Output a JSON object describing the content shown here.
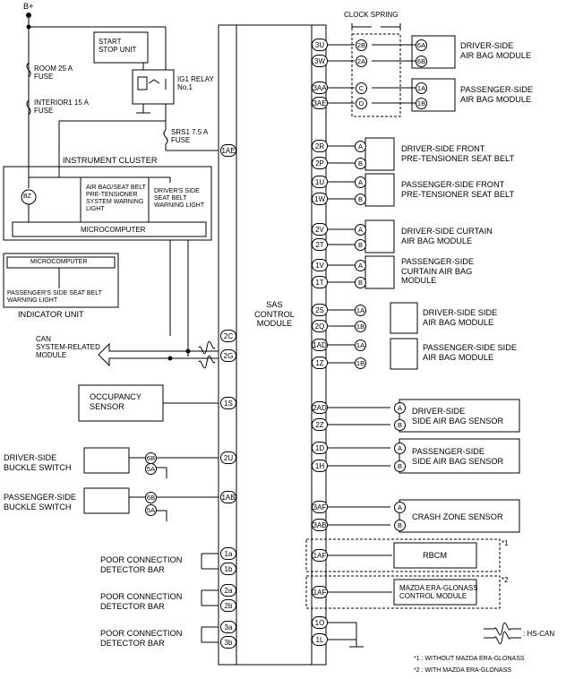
{
  "power": {
    "label": "B+"
  },
  "fuses": {
    "room": "ROOM 25 A\nFUSE",
    "interior": "INTERIOR1 15 A\nFUSE",
    "srs": "SRS1 7.5 A\nFUSE"
  },
  "start_stop_unit": "START\nSTOP UNIT",
  "ig1_relay": "IG1 RELAY\nNo.1",
  "instrument_cluster": {
    "title": "INSTRUMENT CLUSTER",
    "bz": "BZ",
    "airbag_light": "AIR BAG/SEAT BELT\nPRE-TENSIONER\nSYSTEM WARNING\nLIGHT",
    "driver_belt_light": "DRIVER'S SIDE\nSEAT BELT\nWARNING LIGHT",
    "microcomputer": "MICROCOMPUTER"
  },
  "indicator_unit": {
    "microcomputer": "MICROCOMPUTER",
    "light": "PASSENGER'S SIDE SEAT BELT\nWARNING LIGHT",
    "title": "INDICATOR UNIT"
  },
  "can_module": "CAN\nSYSTEM-RELATED\nMODULE",
  "occupancy_sensor": "OCCUPANCY\nSENSOR",
  "driver_buckle": "DRIVER-SIDE\nBUCKLE SWITCH",
  "passenger_buckle": "PASSENGER-SIDE\nBUCKLE SWITCH",
  "poor_connection": [
    "POOR CONNECTION\nDETECTOR BAR",
    "POOR CONNECTION\nDETECTOR BAR",
    "POOR CONNECTION\nDETECTOR BAR"
  ],
  "sas_module": "SAS\nCONTROL\nMODULE",
  "left_pins": [
    "1AE",
    "2C",
    "2G",
    "1S",
    "2U",
    "1AB",
    "1a",
    "1b",
    "2a",
    "2b",
    "3a",
    "3b"
  ],
  "right_pins": [
    "3U",
    "3W",
    "3AA",
    "3AE",
    "2R",
    "2P",
    "1U",
    "1W",
    "2V",
    "2T",
    "1V",
    "1T",
    "2S",
    "2Q",
    "1AD",
    "1Z",
    "2AD",
    "2Z",
    "1D",
    "1H",
    "3AF",
    "3AB",
    "1AF",
    "1AF",
    "1O",
    "1L"
  ],
  "clock_spring": "CLOCK SPRING",
  "clock_pins": [
    "2B",
    "2A",
    "C",
    "D"
  ],
  "conn_pins": [
    "6A",
    "6B",
    "1A",
    "1B",
    "A",
    "B",
    "A",
    "B",
    "A",
    "B",
    "A",
    "B",
    "1A",
    "1B",
    "1A",
    "1B",
    "A",
    "B",
    "A",
    "B",
    "A",
    "B",
    "6B",
    "5A",
    "6B",
    "5A"
  ],
  "right_components": {
    "driver_airbag": "DRIVER-SIDE\nAIR BAG MODULE",
    "passenger_airbag": "PASSENGER-SIDE\nAIR BAG MODULE",
    "driver_pretensioner": "DRIVER-SIDE FRONT\nPRE-TENSIONER SEAT BELT",
    "passenger_pretensioner": "PASSENGER-SIDE FRONT\nPRE-TENSIONER SEAT BELT",
    "driver_curtain": "DRIVER-SIDE CURTAIN\nAIR BAG MODULE",
    "passenger_curtain": "PASSENGER-SIDE\nCURTAIN AIR BAG\nMODULE",
    "driver_side_airbag": "DRIVER-SIDE SIDE\nAIR BAG MODULE",
    "passenger_side_airbag": "PASSENGER-SIDE SIDE\nAIR BAG MODULE",
    "driver_side_sensor": "DRIVER-SIDE\nSIDE AIR BAG SENSOR",
    "passenger_side_sensor": "PASSENGER-SIDE\nSIDE AIR BAG SENSOR",
    "crash_zone_sensor": "CRASH ZONE SENSOR",
    "rbcm": "RBCM",
    "era_glonass": "MAZDA ERA-GLONASS\nCONTROL MODULE"
  },
  "optional_marks": [
    "*1",
    "*2"
  ],
  "legend": {
    "hs_can": ": HS-CAN"
  },
  "notes": [
    "*1 : WITHOUT MAZDA ERA-GLONASS",
    "*2 : WITH MAZDA ERA-GLONASS"
  ]
}
